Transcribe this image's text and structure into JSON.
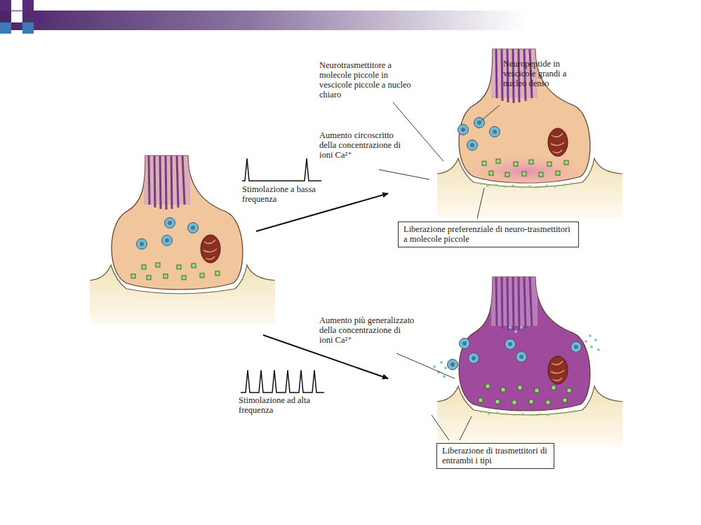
{
  "diagram": {
    "nodes": [
      {
        "text": [
          "Liberazione preferenziale di neuro-trasmettitori a molecole piccole"
        ]
      },
      {
        "text": [
          "Liberazione di trasmettitori di entrambi i tipi"
        ]
      }
    ],
    "labels": [
      "Neurotrasmettitore a molecole piccole in vescicole piccole a nucleo chiaro",
      "Neuropeptide in vescicole grandi a nucleo denso",
      "Aumento circoscritto della concentrazione di ioni Ca²⁺",
      "Stimolazione a bassa frequenza",
      "Aumento più generalizzato della concentrazione di ioni Ca²⁺",
      "Stimolazione ad alta frequenza"
    ]
  }
}
